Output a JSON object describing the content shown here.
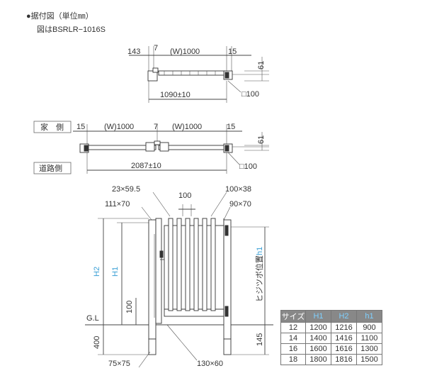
{
  "title": "●据付図（単位㎜）",
  "subtitle": "図はBSRLR−1016S",
  "plan1": {
    "d143": "143",
    "d7": "7",
    "w1000": "(W)1000",
    "d15": "15",
    "d61": "61",
    "total": "1090±10",
    "post": "□100"
  },
  "plan2": {
    "label_house": "家　側",
    "label_road": "道路側",
    "d15a": "15",
    "w1000a": "(W)1000",
    "d7": "7",
    "w1000b": "(W)1000",
    "d15b": "15",
    "d61": "61",
    "total": "2087±10",
    "post": "□100"
  },
  "elevation": {
    "d23": "23×59.5",
    "d100": "100",
    "d100x38": "100×38",
    "d111": "111×70",
    "d90": "90×70",
    "H2": "H2",
    "H1": "H1",
    "GL": "G.L",
    "d100v": "100",
    "d400": "400",
    "d145": "145",
    "hinge": "ヒジツボ位置",
    "h1": "h1",
    "d75": "75×75",
    "d130": "130×60"
  },
  "spec_table": {
    "headers": [
      "サイズ",
      "H1",
      "H2",
      "h1"
    ],
    "rows": [
      [
        "12",
        "1200",
        "1216",
        "900"
      ],
      [
        "14",
        "1400",
        "1416",
        "1100"
      ],
      [
        "16",
        "1600",
        "1616",
        "1300"
      ],
      [
        "18",
        "1800",
        "1816",
        "1500"
      ]
    ]
  },
  "colors": {
    "accent": "#3a9fd5",
    "header_bg": "#888888"
  }
}
